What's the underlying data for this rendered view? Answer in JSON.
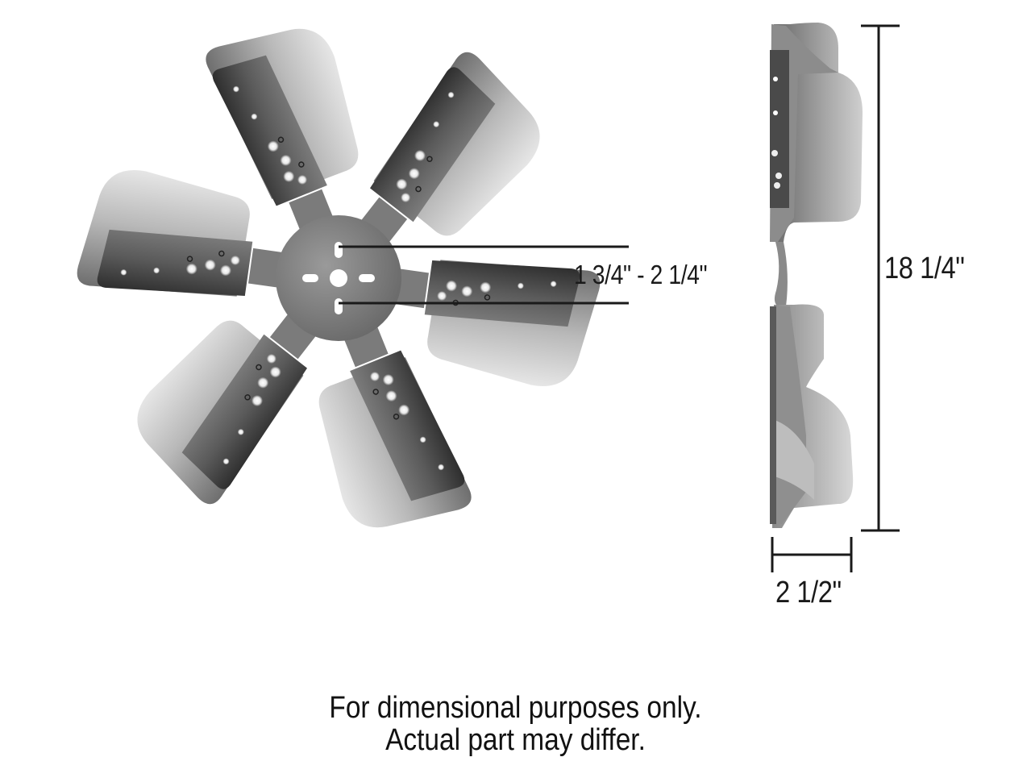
{
  "diagram": {
    "subject": "6-blade flex fan dimension drawing",
    "views": [
      "front-view",
      "side-view"
    ],
    "front_view": {
      "blade_count": 6,
      "dimension_hub": {
        "label": "1 3/4\" - 2 1/4\"",
        "meaning": "hub bolt pattern / pilot range"
      }
    },
    "side_view": {
      "dimension_height": {
        "label": "18 1/4\""
      },
      "dimension_depth": {
        "label": "2 1/2\""
      }
    },
    "colors": {
      "background": "#ffffff",
      "dimension_line": "#1a1a1a",
      "blade_light": "#e4e4e4",
      "blade_dark": "#3a3a3a",
      "hub": "#7a7a7a"
    }
  },
  "disclaimer": {
    "line1": "For dimensional purposes only.",
    "line2": "Actual part may differ."
  }
}
